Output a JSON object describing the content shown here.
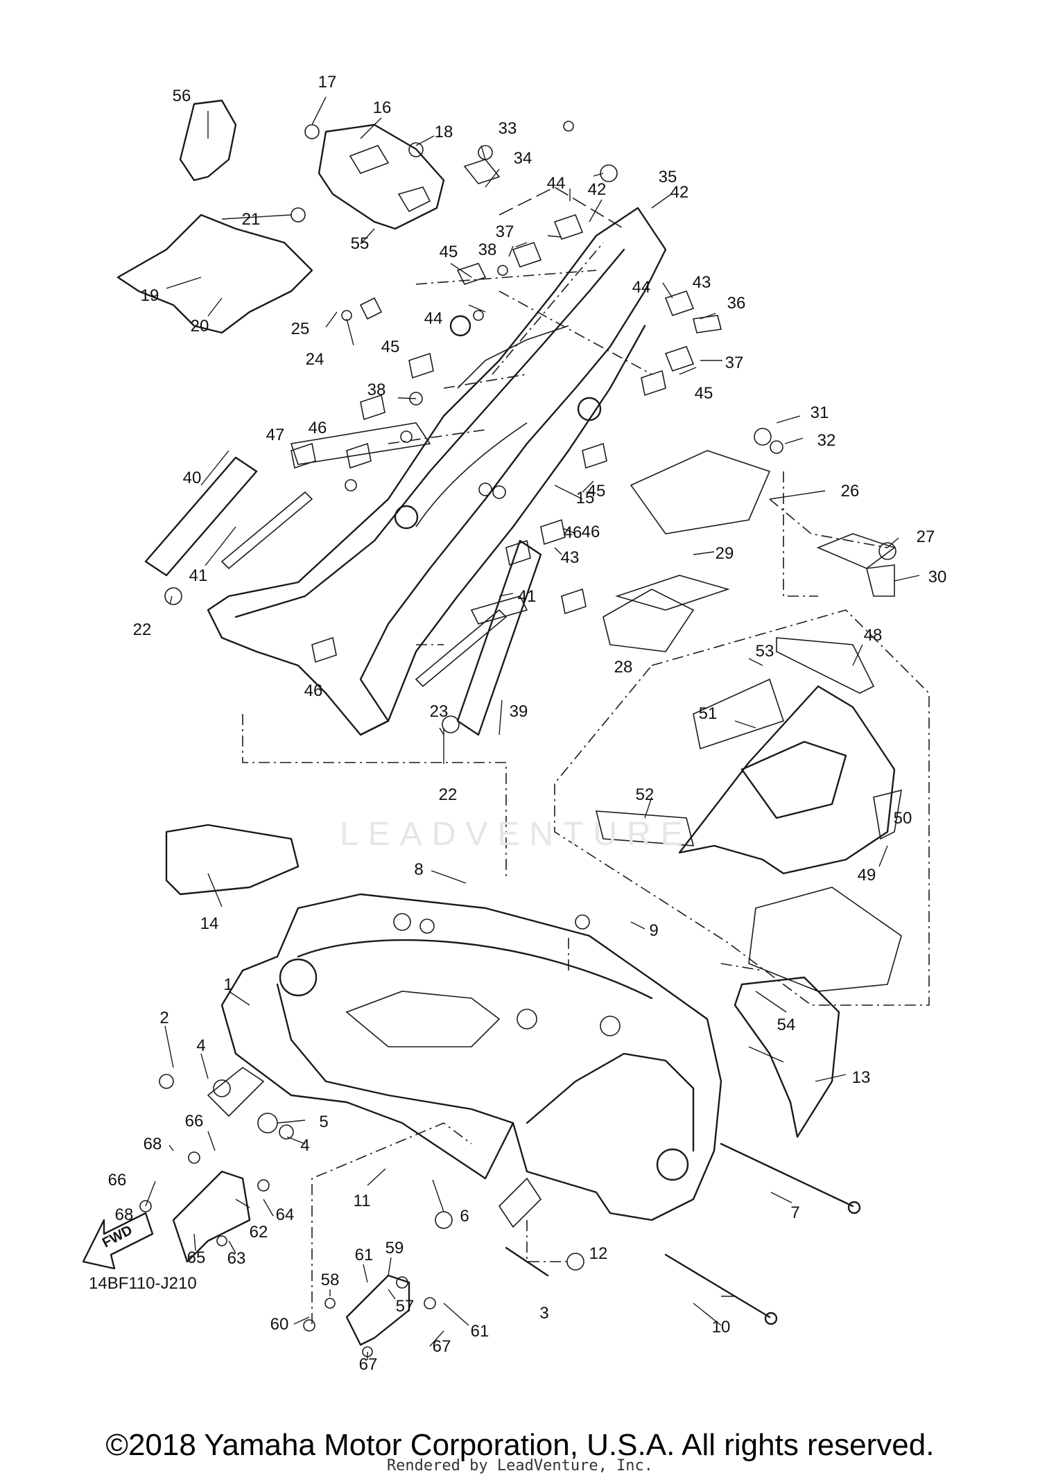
{
  "reference_code": "14BF110-J210",
  "watermark_text": "LEADVENTURE",
  "copyright": "©2018 Yamaha Motor Corporation, U.S.A. All rights reserved.",
  "rendered_by": "Rendered by LeadVenture, Inc.",
  "direction_arrow_label": "FWD",
  "callouts": [
    "1",
    "2",
    "3",
    "4",
    "4",
    "5",
    "6",
    "7",
    "8",
    "9",
    "10",
    "11",
    "12",
    "13",
    "14",
    "15",
    "16",
    "17",
    "18",
    "19",
    "20",
    "21",
    "22",
    "22",
    "23",
    "24",
    "25",
    "26",
    "27",
    "28",
    "29",
    "30",
    "31",
    "32",
    "33",
    "34",
    "35",
    "36",
    "37",
    "37",
    "38",
    "38",
    "39",
    "40",
    "41",
    "41",
    "42",
    "42",
    "43",
    "43",
    "44",
    "44",
    "44",
    "45",
    "45",
    "45",
    "45",
    "46",
    "46",
    "46",
    "46",
    "47",
    "48",
    "49",
    "50",
    "51",
    "52",
    "53",
    "54",
    "55",
    "56",
    "57",
    "58",
    "59",
    "60",
    "61",
    "61",
    "62",
    "63",
    "64",
    "65",
    "66",
    "66",
    "67",
    "67",
    "68",
    "68"
  ]
}
